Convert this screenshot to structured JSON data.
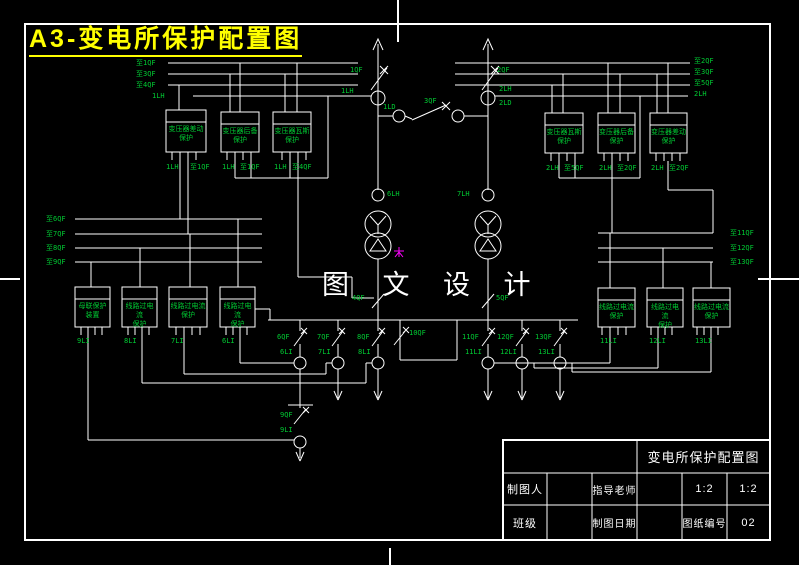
{
  "sheet": {
    "title": "A3-变电所保护配置图",
    "watermark": "图 文 设 计"
  },
  "colors": {
    "line": "#ffffff",
    "label_green": "#00cc33",
    "title_yellow": "#ffff00",
    "magenta": "#ff00ff"
  },
  "top_left": {
    "bus_labels": [
      "至1QF",
      "至3QF",
      "至4QF",
      "1LH"
    ],
    "boxes": [
      {
        "l1": "变压器差动",
        "l2": "保护",
        "pins": [
          "1LH",
          "至1QF"
        ]
      },
      {
        "l1": "变压器后备",
        "l2": "保护",
        "pins": [
          "1LH",
          "至1QF"
        ]
      },
      {
        "l1": "变压器瓦斯",
        "l2": "保护",
        "pins": [
          "1LH",
          "至4QF"
        ]
      }
    ]
  },
  "top_right": {
    "bus_labels": [
      "至2QF",
      "至3QF",
      "至5QF",
      "2LH"
    ],
    "boxes": [
      {
        "l1": "变压器瓦斯",
        "l2": "保护",
        "pins": [
          "2LH",
          "至5QF"
        ]
      },
      {
        "l1": "变压器后备",
        "l2": "保护",
        "pins": [
          "2LH",
          "至2QF"
        ]
      },
      {
        "l1": "变压器差动",
        "l2": "保护",
        "pins": [
          "2LH",
          "至2QF"
        ]
      }
    ]
  },
  "center": {
    "qf1": "1QF",
    "qf2": "2QF",
    "qf3": "3QF",
    "qf4": "4QF",
    "qf5": "5QF",
    "lh1": "1LH",
    "ld1": "1LD",
    "lh2": "2LH",
    "ld2": "2LD",
    "lh6": "6LH",
    "lh7": "7LH"
  },
  "bottom_bus": {
    "tie": "10QF",
    "feeders_left": [
      {
        "qf": "6QF",
        "li": "6LI"
      },
      {
        "qf": "7QF",
        "li": "7LI"
      },
      {
        "qf": "8QF",
        "li": "8LI"
      }
    ],
    "feeder_lower": {
      "qf": "9QF",
      "li": "9LI"
    },
    "feeders_right": [
      {
        "qf": "11QF",
        "li": "11LI"
      },
      {
        "qf": "12QF",
        "li": "12LI"
      },
      {
        "qf": "13QF",
        "li": "13LI"
      }
    ]
  },
  "bottom_left": {
    "bus_labels": [
      "至6QF",
      "至7QF",
      "至8QF",
      "至9QF"
    ],
    "boxes": [
      {
        "l1": "母联保护",
        "l2": "装置",
        "pin": "9LI"
      },
      {
        "l1": "线路过电流",
        "l2": "保护",
        "pin": "8LI"
      },
      {
        "l1": "线路过电流",
        "l2": "保护",
        "pin": "7LI"
      },
      {
        "l1": "线路过电流",
        "l2": "保护",
        "pin": "6LI"
      }
    ]
  },
  "bottom_right": {
    "bus_labels": [
      "至11QF",
      "至12QF",
      "至13QF"
    ],
    "boxes": [
      {
        "l1": "线路过电流",
        "l2": "保护",
        "pin": "11LI"
      },
      {
        "l1": "线路过电流",
        "l2": "保护",
        "pin": "12LI"
      },
      {
        "l1": "线路过电流",
        "l2": "保护",
        "pin": "13LI"
      }
    ]
  },
  "title_block": {
    "drawing_title": "变电所保护配置图",
    "drafter_label": "制图人",
    "advisor_label": "指导老师",
    "class_label": "班级",
    "date_label": "制图日期",
    "sheet_no_label": "图纸编号",
    "sheet_no": "02",
    "scale_a": "1:2",
    "scale_b": "1:2"
  }
}
